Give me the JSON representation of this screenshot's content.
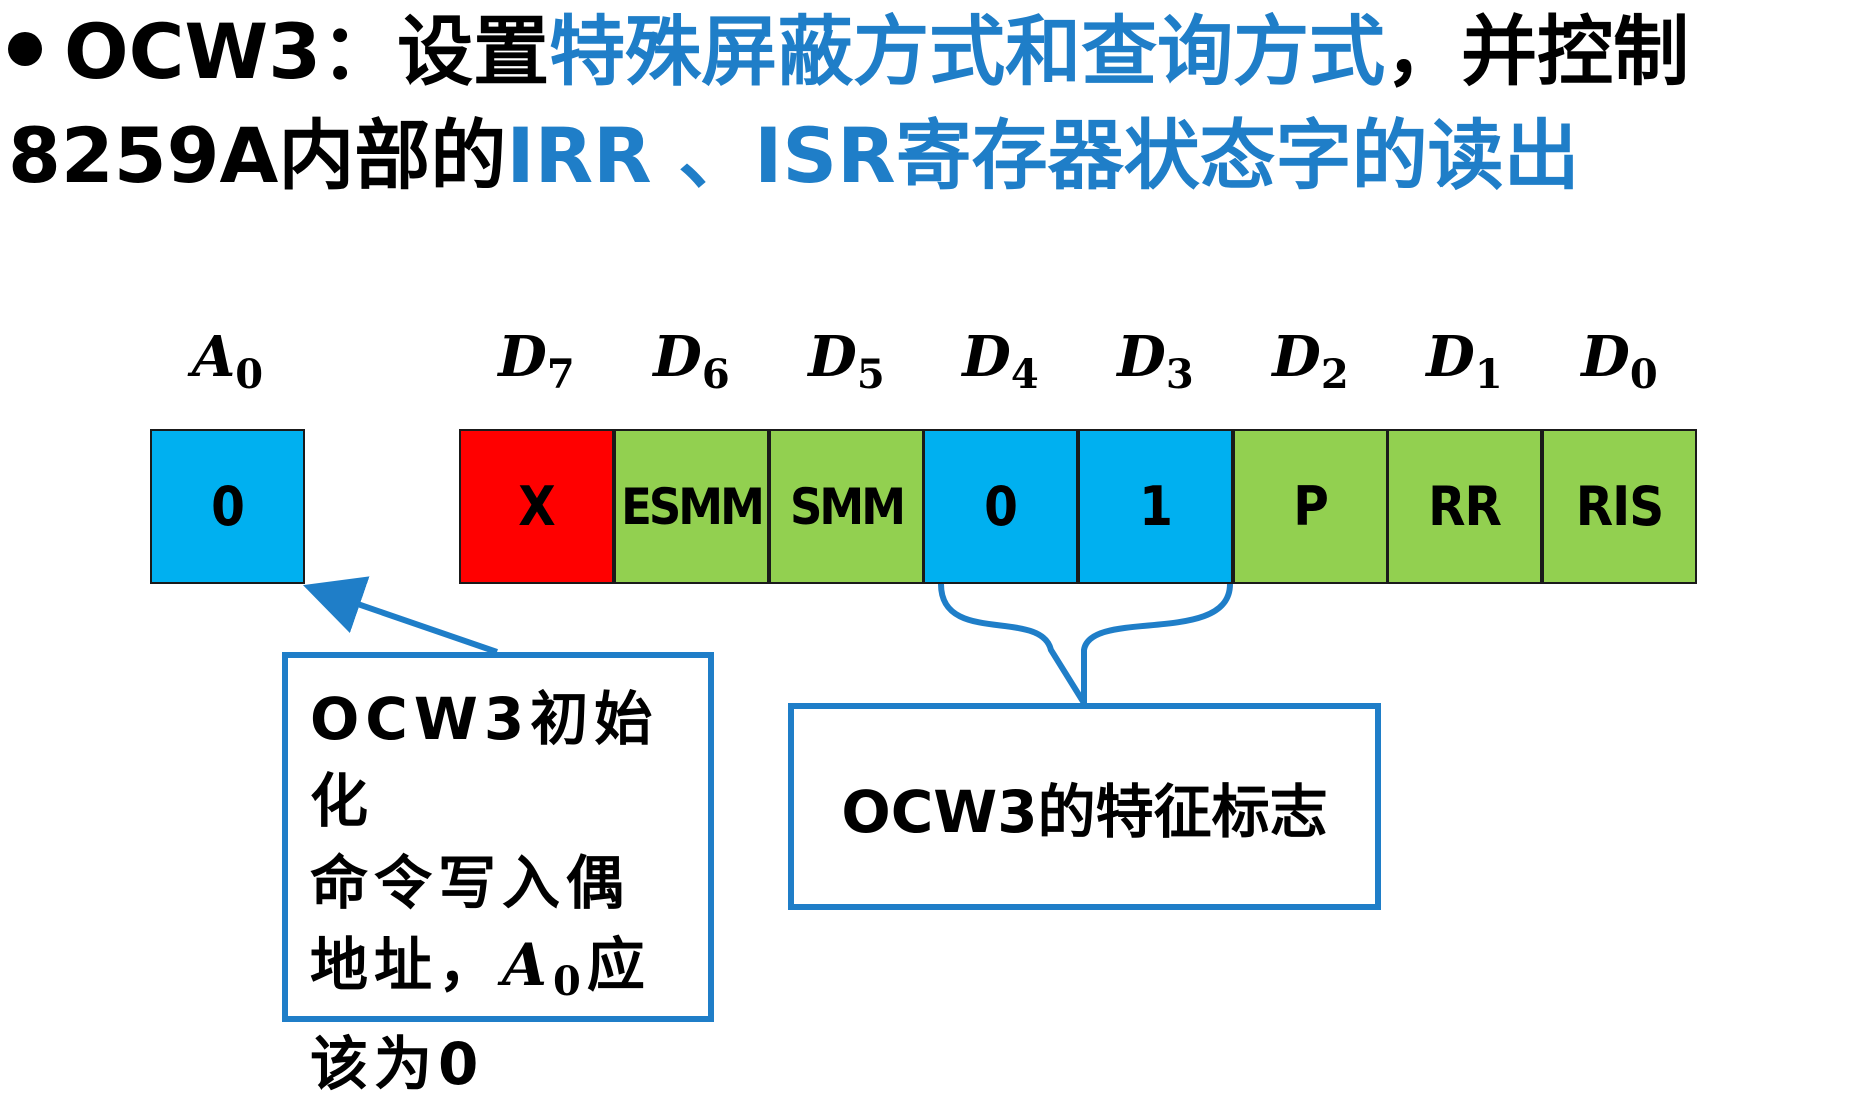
{
  "heading": {
    "line1": [
      {
        "text": "OCW3：设置",
        "color": "#000000"
      },
      {
        "text": "特殊屏蔽方式和查询方式",
        "color": "#1f7ec8"
      },
      {
        "text": "，并控制",
        "color": "#000000"
      }
    ],
    "line2": [
      {
        "text": "8259A内部的",
        "color": "#000000"
      },
      {
        "text": "IRR 、ISR寄存器状态字的读出",
        "color": "#1f7ec8"
      }
    ]
  },
  "a0": {
    "label_base": "A",
    "label_sub": "0",
    "value": "0",
    "color": "#00b0f0"
  },
  "bits": [
    {
      "label_base": "D",
      "label_sub": "7",
      "value": "X",
      "color": "#ff0000"
    },
    {
      "label_base": "D",
      "label_sub": "6",
      "value": "ESMM",
      "color": "#92d050"
    },
    {
      "label_base": "D",
      "label_sub": "5",
      "value": "SMM",
      "color": "#92d050"
    },
    {
      "label_base": "D",
      "label_sub": "4",
      "value": "0",
      "color": "#00b0f0"
    },
    {
      "label_base": "D",
      "label_sub": "3",
      "value": "1",
      "color": "#00b0f0"
    },
    {
      "label_base": "D",
      "label_sub": "2",
      "value": "P",
      "color": "#92d050"
    },
    {
      "label_base": "D",
      "label_sub": "1",
      "value": "RR",
      "color": "#92d050"
    },
    {
      "label_base": "D",
      "label_sub": "0",
      "value": "RIS",
      "color": "#92d050"
    }
  ],
  "callout_a0": {
    "line1": "OCW3初始化",
    "line2": "命令写入偶",
    "line3_prefix": "地址，",
    "line3_var": "A",
    "line3_sub": "0",
    "line3_suffix": "应",
    "line4": "该为0"
  },
  "callout_flag": {
    "text": "OCW3的特征标志"
  },
  "colors": {
    "accent_blue": "#1f7ec8",
    "cell_blue": "#00b0f0",
    "cell_green": "#92d050",
    "cell_red": "#ff0000"
  }
}
